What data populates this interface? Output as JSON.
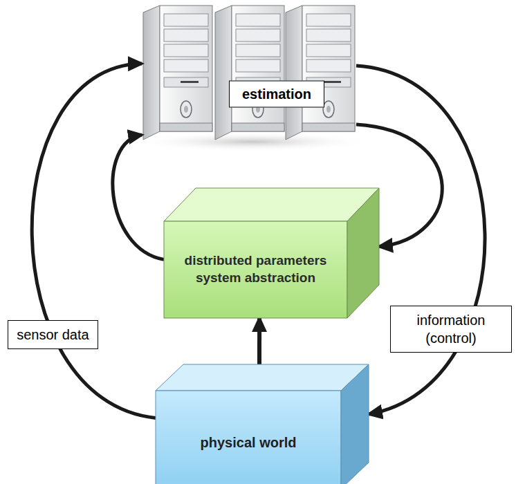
{
  "diagram": {
    "nodes": [
      {
        "text": [
          "estimation"
        ]
      },
      {
        "text": [
          "distributed parameters system abstraction"
        ]
      },
      {
        "text": [
          "physical world"
        ]
      }
    ],
    "edges": [
      {
        "from": 2,
        "to": 0,
        "arrow": "to",
        "label": "sensor data"
      },
      {
        "from": 1,
        "to": 0,
        "arrow": "to"
      },
      {
        "from": 0,
        "to": 1,
        "arrow": "to"
      },
      {
        "from": 0,
        "to": 2,
        "arrow": "to",
        "label": "information (control)"
      },
      {
        "from": 2,
        "to": 1,
        "arrow": "to"
      }
    ]
  }
}
